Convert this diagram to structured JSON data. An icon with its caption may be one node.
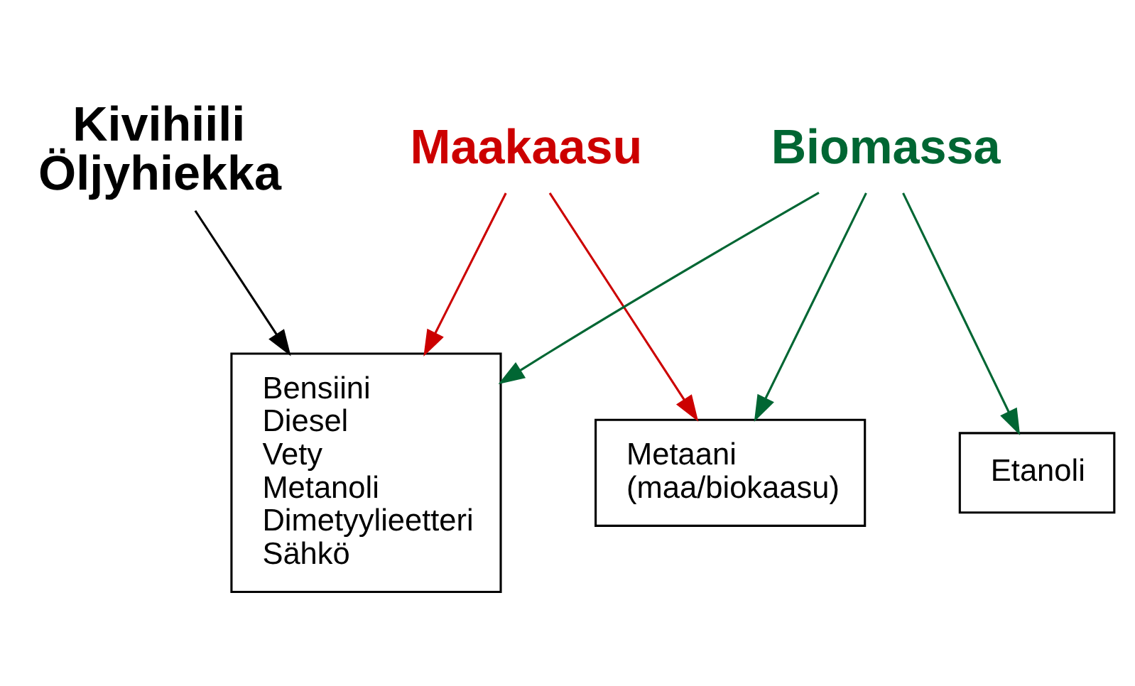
{
  "diagram": {
    "nodes": [
      {
        "text": [
          "Kivihiili",
          "Öljyhiekka"
        ]
      },
      {
        "text": [
          "Maakaasu"
        ]
      },
      {
        "text": [
          "Biomassa"
        ]
      },
      {
        "text": [
          "Bensiini",
          "Diesel",
          "Vety",
          "Metanoli",
          "Dimetyylieetteri",
          "Sähkö"
        ]
      },
      {
        "text": [
          "Metaani",
          "(maa/biokaasu)"
        ]
      },
      {
        "text": [
          "Etanoli"
        ]
      }
    ],
    "edges": [
      {
        "from": 0,
        "to": 3,
        "arrow": "to",
        "color": "#000000"
      },
      {
        "from": 1,
        "to": 3,
        "arrow": "to",
        "color": "#cc0000"
      },
      {
        "from": 1,
        "to": 4,
        "arrow": "to",
        "color": "#cc0000"
      },
      {
        "from": 2,
        "to": 3,
        "arrow": "to",
        "color": "#006633"
      },
      {
        "from": 2,
        "to": 4,
        "arrow": "to",
        "color": "#006633"
      },
      {
        "from": 2,
        "to": 5,
        "arrow": "to",
        "color": "#006633"
      }
    ]
  }
}
